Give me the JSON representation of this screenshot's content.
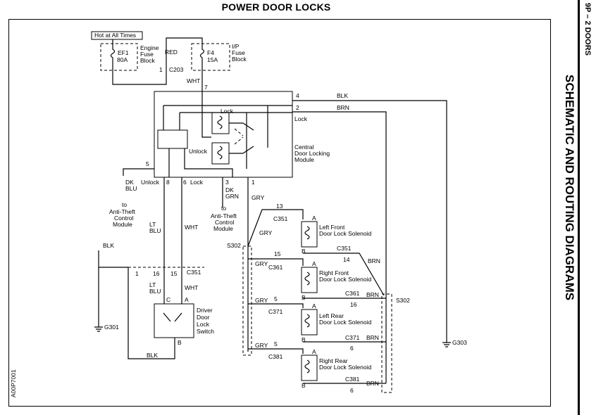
{
  "title": "POWER DOOR LOCKS",
  "side": {
    "section_ref": "9P – 2  DOORS",
    "title": "SCHEMATIC AND ROUTING DIAGRAMS"
  },
  "figure_id": "A00P7001",
  "labels": {
    "hot": "Hot at All Times",
    "ef1": "EF1",
    "ef1_amp": "80A",
    "engine_fuse_1": "Engine",
    "engine_fuse_2": "Fuse",
    "engine_fuse_3": "Block",
    "red": "RED",
    "f4": "F4",
    "f4_amp": "15A",
    "ip_fuse_1": "I/P",
    "ip_fuse_2": "Fuse",
    "ip_fuse_3": "Block",
    "c203": "C203",
    "pin_1": "1",
    "wht": "WHT",
    "pin_7": "7",
    "pin_4": "4",
    "pin_2": "2",
    "blk": "BLK",
    "brn": "BRN",
    "lock": "Lock",
    "unlock": "Unlock",
    "cdlm_1": "Central",
    "cdlm_2": "Door Locking",
    "cdlm_3": "Module",
    "pin_5": "5",
    "pin_8": "8",
    "pin_6": "6",
    "pin_3": "3",
    "dk": "DK",
    "blu": "BLU",
    "grn": "GRN",
    "to": "to",
    "atc_1": "Anti-Theft",
    "atc_2": "Control",
    "atc_3": "Module",
    "gry": "GRY",
    "lt": "LT",
    "c351": "C351",
    "c361": "C361",
    "c371": "C371",
    "c381": "C381",
    "pin_13": "13",
    "pin_14": "14",
    "pin_15": "15",
    "pin_16": "16",
    "s302": "S302",
    "g301": "G301",
    "g303": "G303",
    "lf_1": "Left Front",
    "lf_2": "Door Lock Solenoid",
    "rf_1": "Right Front",
    "rf_2": "Door Lock Solenoid",
    "lr_1": "Left Rear",
    "lr_2": "Door Lock Solenoid",
    "rr_1": "Right Rear",
    "rr_2": "Door Lock Solenoid",
    "a": "A",
    "b": "B",
    "c": "C",
    "dds_1": "Driver",
    "dds_2": "Door",
    "dds_3": "Lock",
    "dds_4": "Switch"
  }
}
